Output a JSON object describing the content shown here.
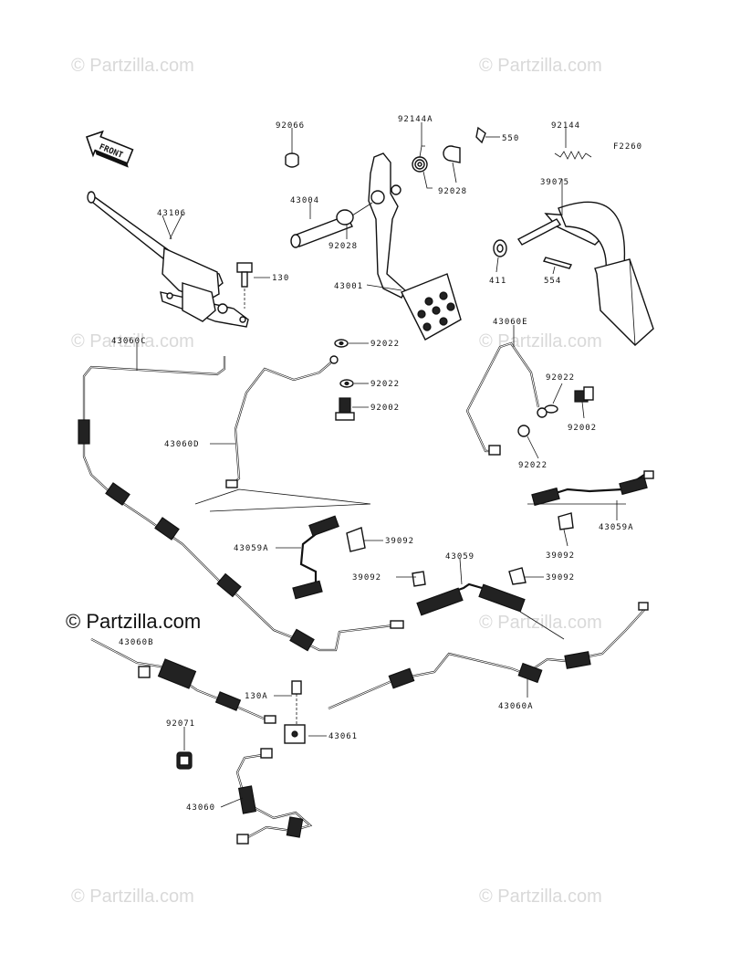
{
  "diagram_code": "F2260",
  "front_label": "FRONT",
  "watermarks": {
    "small": "© Partzilla.com",
    "large": "© Partzilla.com"
  },
  "parts": {
    "p92066": "92066",
    "p92144A": "92144A",
    "p550": "550",
    "p92144": "92144",
    "p43004": "43004",
    "p92028a": "92028",
    "p92028b": "92028",
    "p39075": "39075",
    "p43106": "43106",
    "p130": "130",
    "p43001": "43001",
    "p411": "411",
    "p554": "554",
    "p43060C": "43060C",
    "p92022a": "92022",
    "p92022b": "92022",
    "p92002a": "92002",
    "p43060E": "43060E",
    "p92022c": "92022",
    "p92002b": "92002",
    "p92022d": "92022",
    "p43060D": "43060D",
    "p43059A_left": "43059A",
    "p39092a": "39092",
    "p43059": "43059",
    "p39092b": "39092",
    "p39092c": "39092",
    "p39092d": "39092",
    "p43059A_right": "43059A",
    "p43060B": "43060B",
    "p130A": "130A",
    "p43061": "43061",
    "p92071": "92071",
    "p43060A": "43060A",
    "p43060": "43060"
  }
}
